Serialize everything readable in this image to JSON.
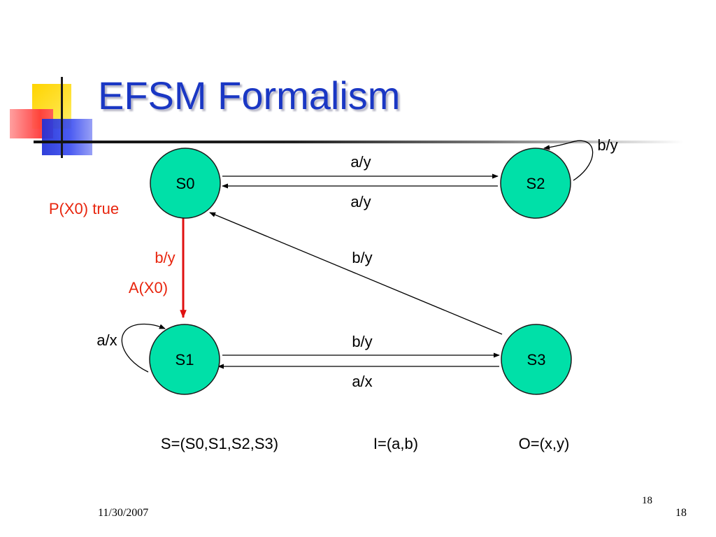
{
  "slide": {
    "title": "EFSM Formalism",
    "footer": {
      "date": "11/30/2007",
      "page": "18",
      "page_center": "18"
    },
    "accent_colors": {
      "title": "#1a37c4",
      "state_fill": "#00e0a8",
      "highlight": "#e8250e"
    }
  },
  "diagram": {
    "states": [
      {
        "id": "S0",
        "label": "S0"
      },
      {
        "id": "S1",
        "label": "S1"
      },
      {
        "id": "S2",
        "label": "S2"
      },
      {
        "id": "S3",
        "label": "S3"
      }
    ],
    "transitions": {
      "s0_s2": "a/y",
      "s2_s0": "a/y",
      "s2_self": "b/y",
      "s3_s0": "b/y",
      "s1_s3": "b/y",
      "s3_s1": "a/x",
      "s1_self": "a/x",
      "s0_s1_event": "b/y",
      "s0_s1_action": "A(X0)",
      "s0_s1_predicate": "P(X0) true"
    },
    "sets": {
      "states": "S=(S0,S1,S2,S3)",
      "inputs": "I=(a,b)",
      "outputs": "O=(x,y)"
    }
  }
}
